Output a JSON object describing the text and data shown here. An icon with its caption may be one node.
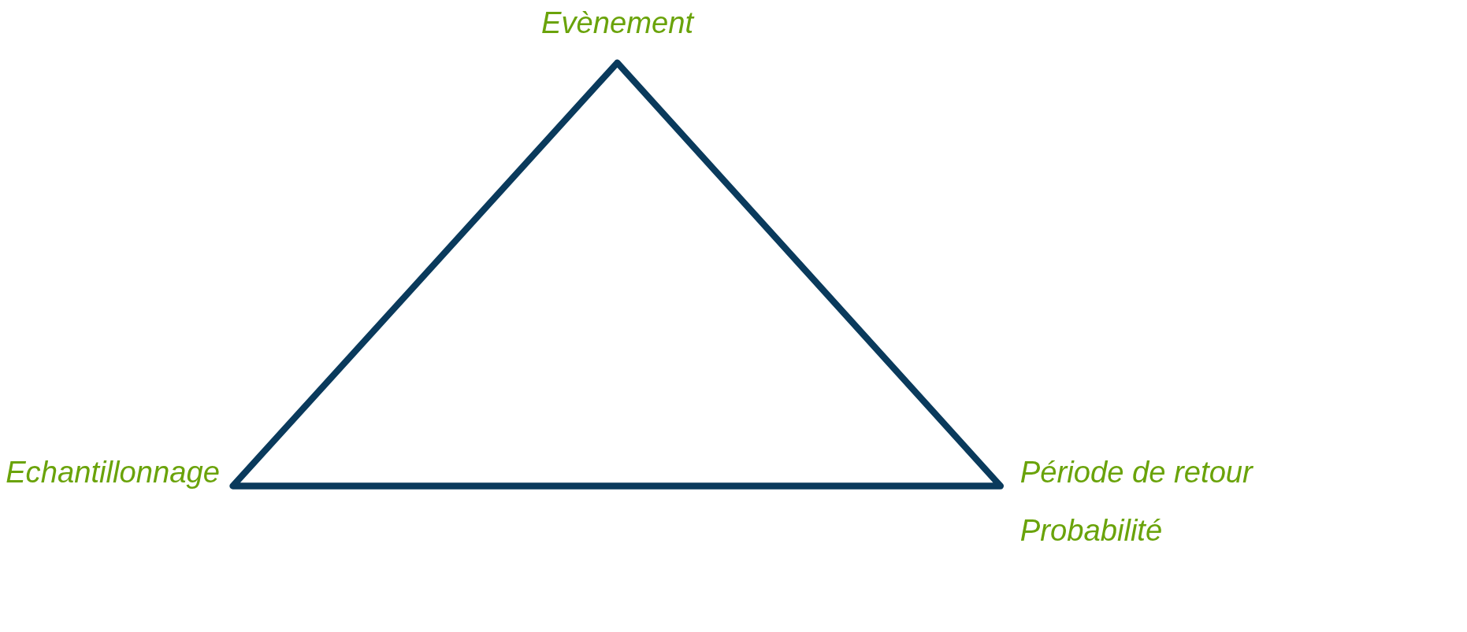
{
  "diagram": {
    "labels": [
      "Evènement",
      "Echantillonnage",
      "Période de retour",
      "Probabilité"
    ]
  }
}
